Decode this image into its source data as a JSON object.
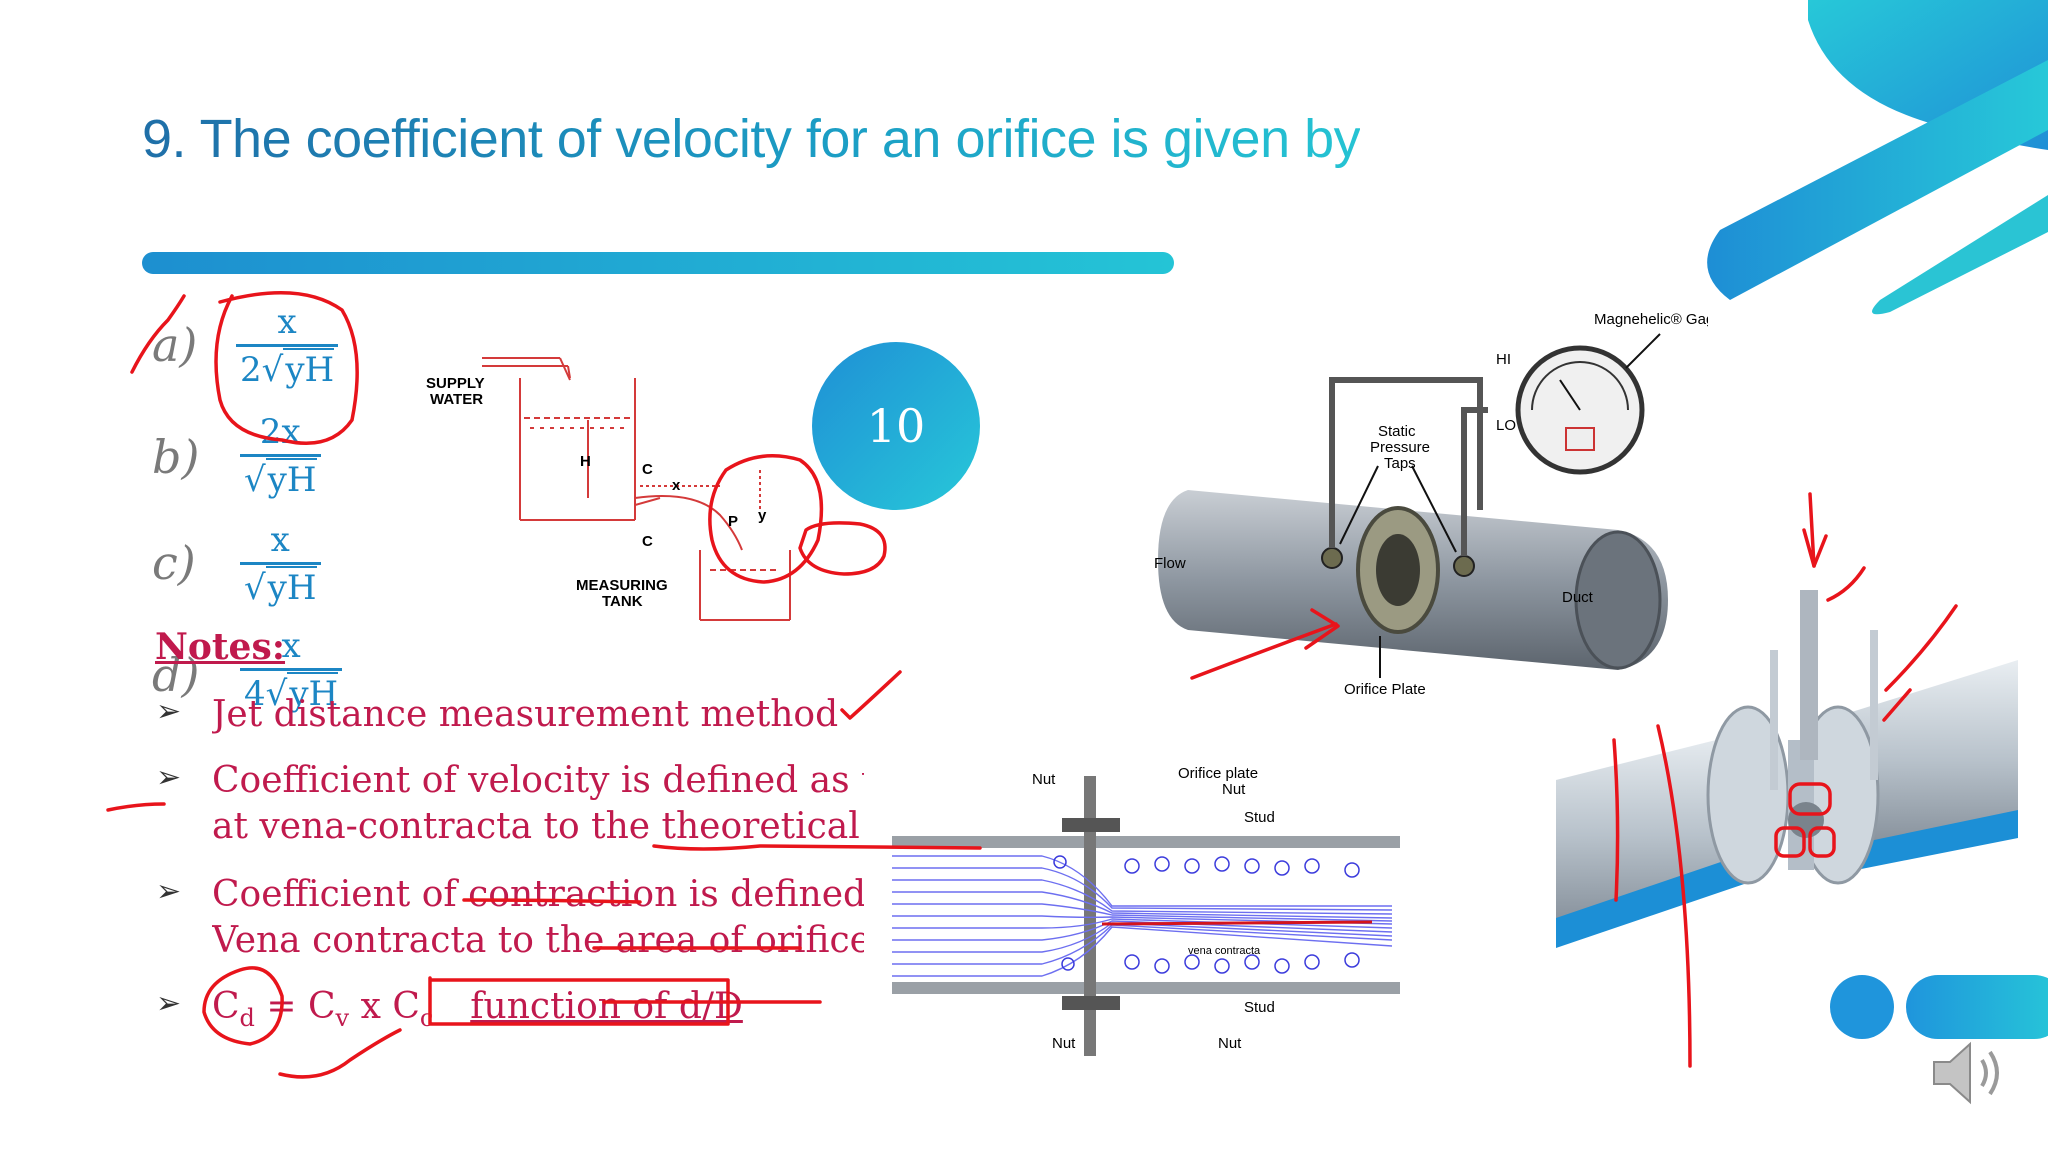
{
  "slide": {
    "title": "9. The coefficient of velocity for an orifice is given by",
    "badge_number": "10"
  },
  "options": [
    {
      "letter": "a)",
      "numerator": "x",
      "denominator_prefix": "2",
      "denominator_radicand": "yH"
    },
    {
      "letter": "b)",
      "numerator": "2x",
      "denominator_prefix": "",
      "denominator_radicand": "yH"
    },
    {
      "letter": "c)",
      "numerator": "x",
      "denominator_prefix": "",
      "denominator_radicand": "yH"
    },
    {
      "letter": "d)",
      "numerator": "x",
      "denominator_prefix": "4",
      "denominator_radicand": "yH"
    }
  ],
  "notes": {
    "heading": "Notes:",
    "items": [
      {
        "line1": "Jet distance measurement method",
        "line2": ""
      },
      {
        "line1": "Coefficient of velocity is defined as t",
        "line2": "at vena-contracta to the theoretical v"
      },
      {
        "line1": "Coefficient of contraction is defined",
        "line2": "Vena contracta to the area of orifice"
      },
      {
        "line1": "",
        "line2": ""
      }
    ],
    "formula": {
      "cd": "C",
      "cd_sub": "d",
      "eq": "=",
      "cv": "C",
      "cv_sub": "v",
      "times": "x",
      "cc": "C",
      "cc_sub": "c",
      "boxed": "function of d/D"
    }
  },
  "diagram_tank": {
    "supply": "SUPPLY\nWATER",
    "supply_line1": "SUPPLY",
    "supply_line2": "WATER",
    "h": "H",
    "c_top": "C",
    "c_bottom": "C",
    "x": "x",
    "p": "P",
    "y": "y",
    "measuring1": "MEASURING",
    "measuring2": "TANK"
  },
  "diagram_duct": {
    "gage": "Magnehelic® Gage",
    "hi": "HI",
    "lo": "LO",
    "taps1": "Static",
    "taps2": "Pressure",
    "taps3": "Taps",
    "flow": "Flow",
    "duct": "Duct",
    "orifice_plate": "Orifice Plate"
  },
  "diagram_flow": {
    "nut_tl": "Nut",
    "orifice_plate": "Orifice plate",
    "nut_tr": "Nut",
    "stud_top": "Stud",
    "vena": "vena contracta",
    "stud_bottom": "Stud",
    "nut_bl": "Nut",
    "nut_br": "Nut"
  },
  "colors": {
    "accent_dark": "#1f6fa8",
    "accent_light": "#27c8d8",
    "notes_red": "#c01a4d",
    "annotation_red": "#e8141b"
  },
  "icons": {
    "speaker": "speaker-icon"
  }
}
